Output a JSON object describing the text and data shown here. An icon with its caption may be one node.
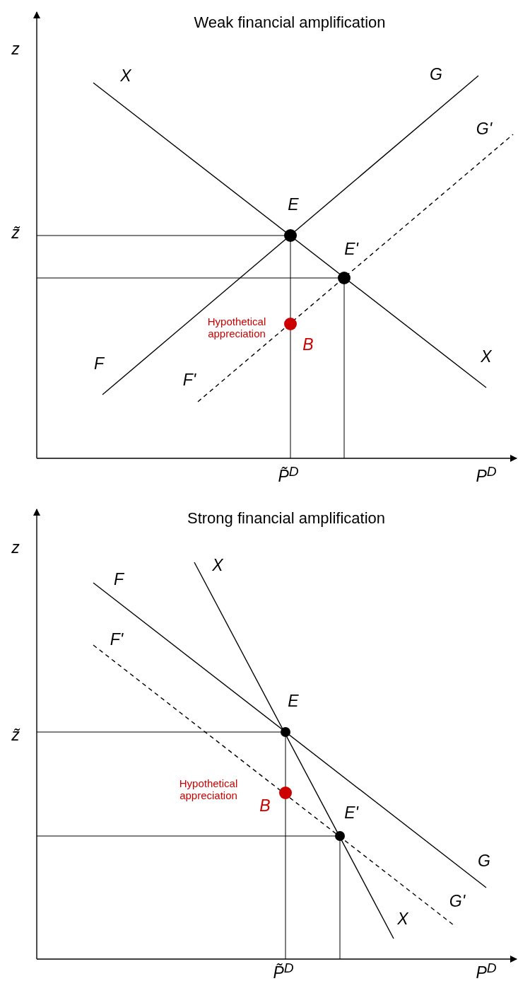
{
  "diagram": {
    "labels": [
      "Weak financial amplification",
      "z",
      "X",
      "G",
      "G'",
      "E",
      "z̃",
      "E'",
      "Hypothetical appreciation",
      "B",
      "F",
      "X",
      "F'",
      "P̃$^{D}$",
      "P$^{D}$",
      "Strong financial amplification",
      "z",
      "F",
      "X",
      "F'",
      "E",
      "z̃",
      "Hypothetical appreciation",
      "B",
      "E'",
      "G",
      "G'",
      "X",
      "P̃$^{D}$",
      "P$^{D}$"
    ]
  }
}
